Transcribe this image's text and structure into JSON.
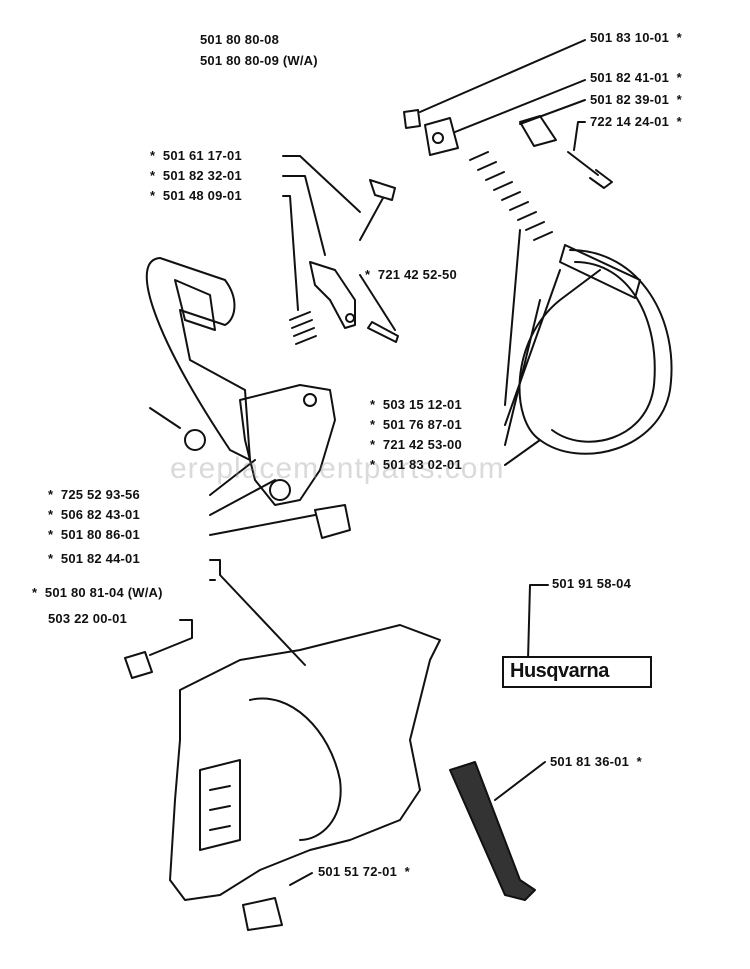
{
  "header": {
    "line1": "501 80 80-08",
    "line2": "501 80 80-09 (W/A)"
  },
  "parts": [
    {
      "id": "p1",
      "text": "501 83 10-01",
      "star": "*"
    },
    {
      "id": "p2",
      "text": "501 82 41-01",
      "star": "*"
    },
    {
      "id": "p3",
      "text": "501 82 39-01",
      "star": "*"
    },
    {
      "id": "p4",
      "text": "722 14 24-01",
      "star": "*"
    },
    {
      "id": "p5",
      "text": "501 61 17-01",
      "star": "*"
    },
    {
      "id": "p6",
      "text": "501 82 32-01",
      "star": "*"
    },
    {
      "id": "p7",
      "text": "501 48 09-01",
      "star": "*"
    },
    {
      "id": "p8",
      "text": "721 42 52-50",
      "star": "*"
    },
    {
      "id": "p9",
      "text": "503 15 12-01",
      "star": "*"
    },
    {
      "id": "p10",
      "text": "501 76 87-01",
      "star": "*"
    },
    {
      "id": "p11",
      "text": "721 42 53-00",
      "star": "*"
    },
    {
      "id": "p12",
      "text": "501 83 02-01",
      "star": "*"
    },
    {
      "id": "p13",
      "text": "725 52 93-56",
      "star": "*"
    },
    {
      "id": "p14",
      "text": "506 82 43-01",
      "star": "*"
    },
    {
      "id": "p15",
      "text": "501 80 86-01",
      "star": "*"
    },
    {
      "id": "p16",
      "text": "501 82 44-01",
      "star": "*"
    },
    {
      "id": "p17",
      "text": "501 80 81-04 (W/A)",
      "star": "*"
    },
    {
      "id": "p18",
      "text": "503 22 00-01",
      "star": ""
    },
    {
      "id": "p19",
      "text": "501 91 58-04",
      "star": ""
    },
    {
      "id": "p20",
      "text": "501 81 36-01",
      "star": "*"
    },
    {
      "id": "p21",
      "text": "501 51 72-01",
      "star": "*"
    }
  ],
  "badge": {
    "brand": "Husqvarna"
  },
  "watermark": "ereplacementparts.com"
}
